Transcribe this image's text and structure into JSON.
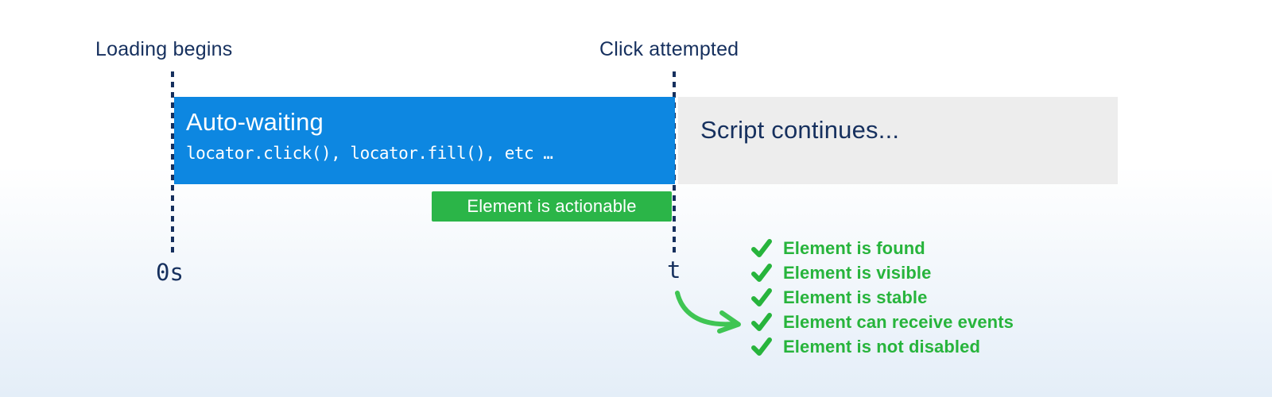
{
  "timeline": {
    "event_start_label": "Loading begins",
    "event_end_label": "Click attempted",
    "time_start": "0s",
    "time_end": "t"
  },
  "bars": {
    "auto_waiting": {
      "title": "Auto-waiting",
      "code": "locator.click(), locator.fill(), etc …"
    },
    "script_continues": {
      "title": "Script continues..."
    }
  },
  "badge": {
    "label": "Element is actionable"
  },
  "checklist": {
    "items": [
      "Element is found",
      "Element is visible",
      "Element is stable",
      "Element can receive events",
      "Element is not disabled"
    ]
  },
  "icons": {
    "check": "check-icon",
    "arrow": "curved-arrow-icon"
  },
  "colors": {
    "navy": "#16305e",
    "blue": "#0d87e1",
    "graybar": "#ededed",
    "green": "#27b43c",
    "badge_green": "#2bb548",
    "arrow_green": "#3fc553",
    "bg_bottom": "#e4eef8"
  }
}
